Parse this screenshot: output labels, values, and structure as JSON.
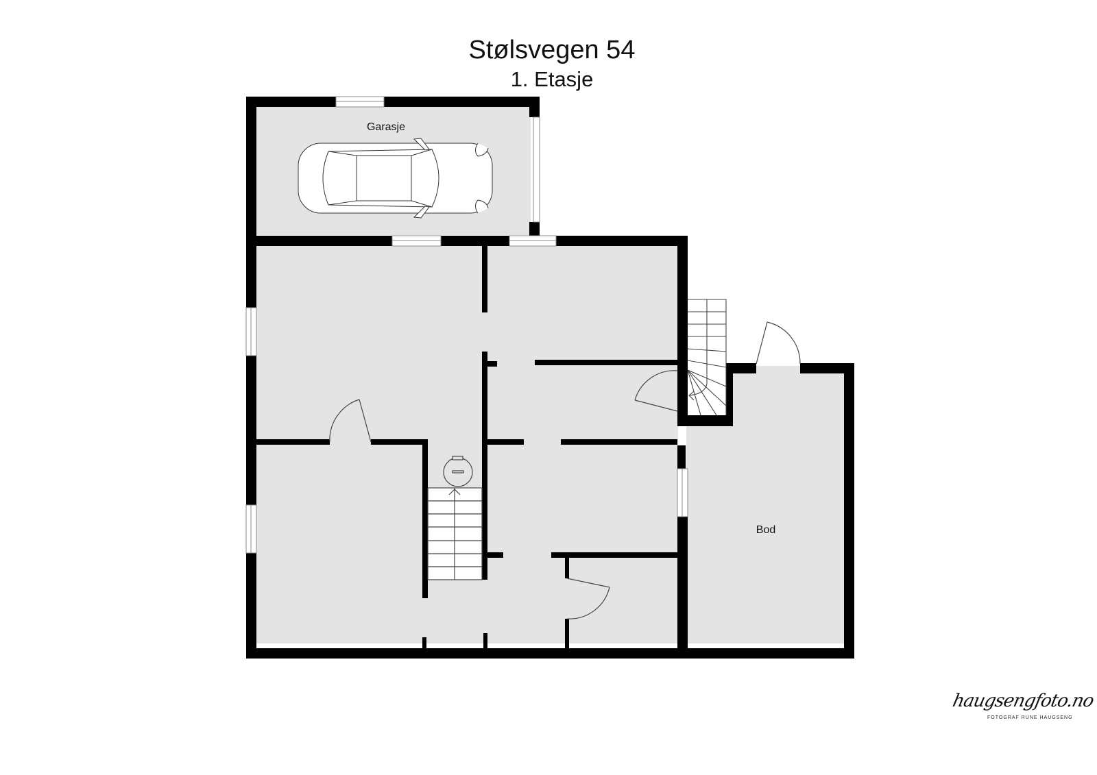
{
  "header": {
    "title": "Stølsvegen 54",
    "subtitle": "1. Etasje"
  },
  "rooms": [
    {
      "id": "garage",
      "label": "Garasje"
    },
    {
      "id": "storage",
      "label": "Bod"
    }
  ],
  "logo": {
    "name": "haugsengfoto.no",
    "tagline": "FOTOGRAF RUNE HAUGSENG"
  },
  "colors": {
    "wall": "#000000",
    "floor": "#e4e4e4",
    "background": "#ffffff",
    "fixture_line": "#444444"
  }
}
